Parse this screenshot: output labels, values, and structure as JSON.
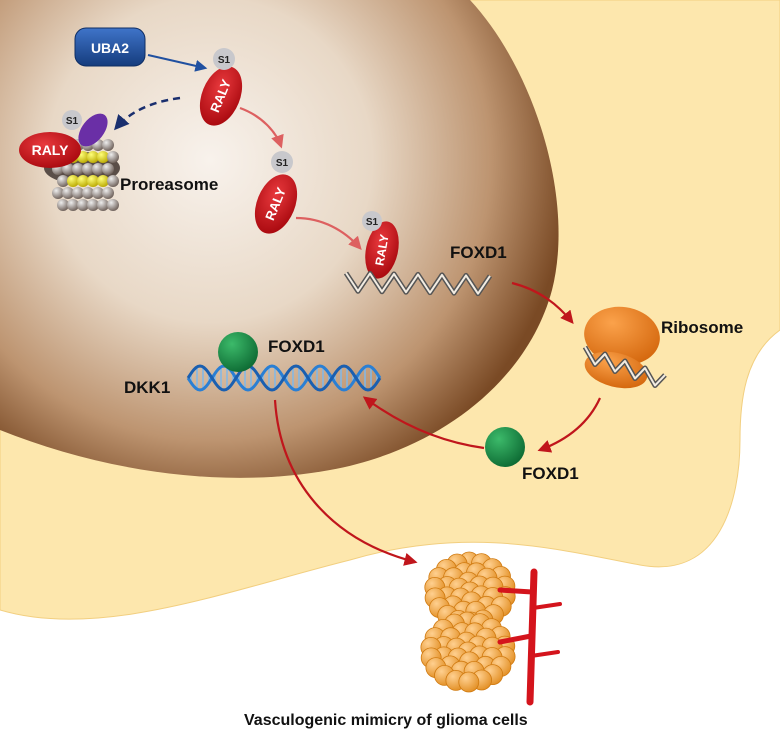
{
  "labels": {
    "uba2": "UBA2",
    "s1": "S1",
    "raly": "RALY",
    "proteasome": "Proreasome",
    "foxd1": "FOXD1",
    "ribosome": "Ribosome",
    "dkk1": "DKK1",
    "caption": "Vasculogenic mimicry of glioma cells"
  },
  "colors": {
    "cytoplasm": "#fde7ad",
    "nucleus_center": "#f7efe9",
    "nucleus_edge": "#8a5a32",
    "raly": "#c0161c",
    "uba2": "#1f4f9c",
    "sumo": "#c8c8cc",
    "foxd1_protein": "#1e8a45",
    "ribosome": "#e87a12",
    "arrow_red": "#c0161c",
    "arrow_blue": "#2050a0",
    "dna_blue": "#2a7fd4",
    "vessel": "#d4141c",
    "cell_cluster": "#f0a030"
  }
}
